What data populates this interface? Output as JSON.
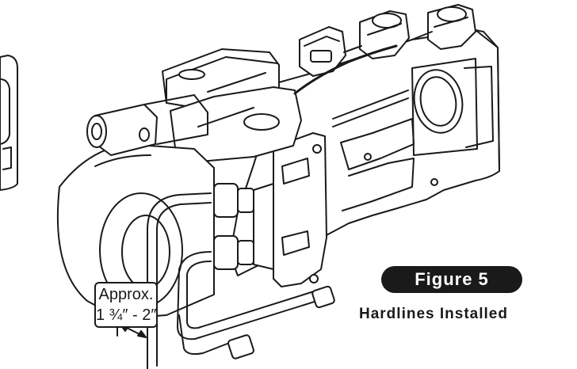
{
  "figure": {
    "badge_label": "Figure 5",
    "caption": "Hardlines Installed"
  },
  "dimension": {
    "line1": "Approx.",
    "line2": "1 ¾″ - 2″"
  },
  "colors": {
    "ink": "#1a1a1a",
    "paper": "#ffffff"
  }
}
